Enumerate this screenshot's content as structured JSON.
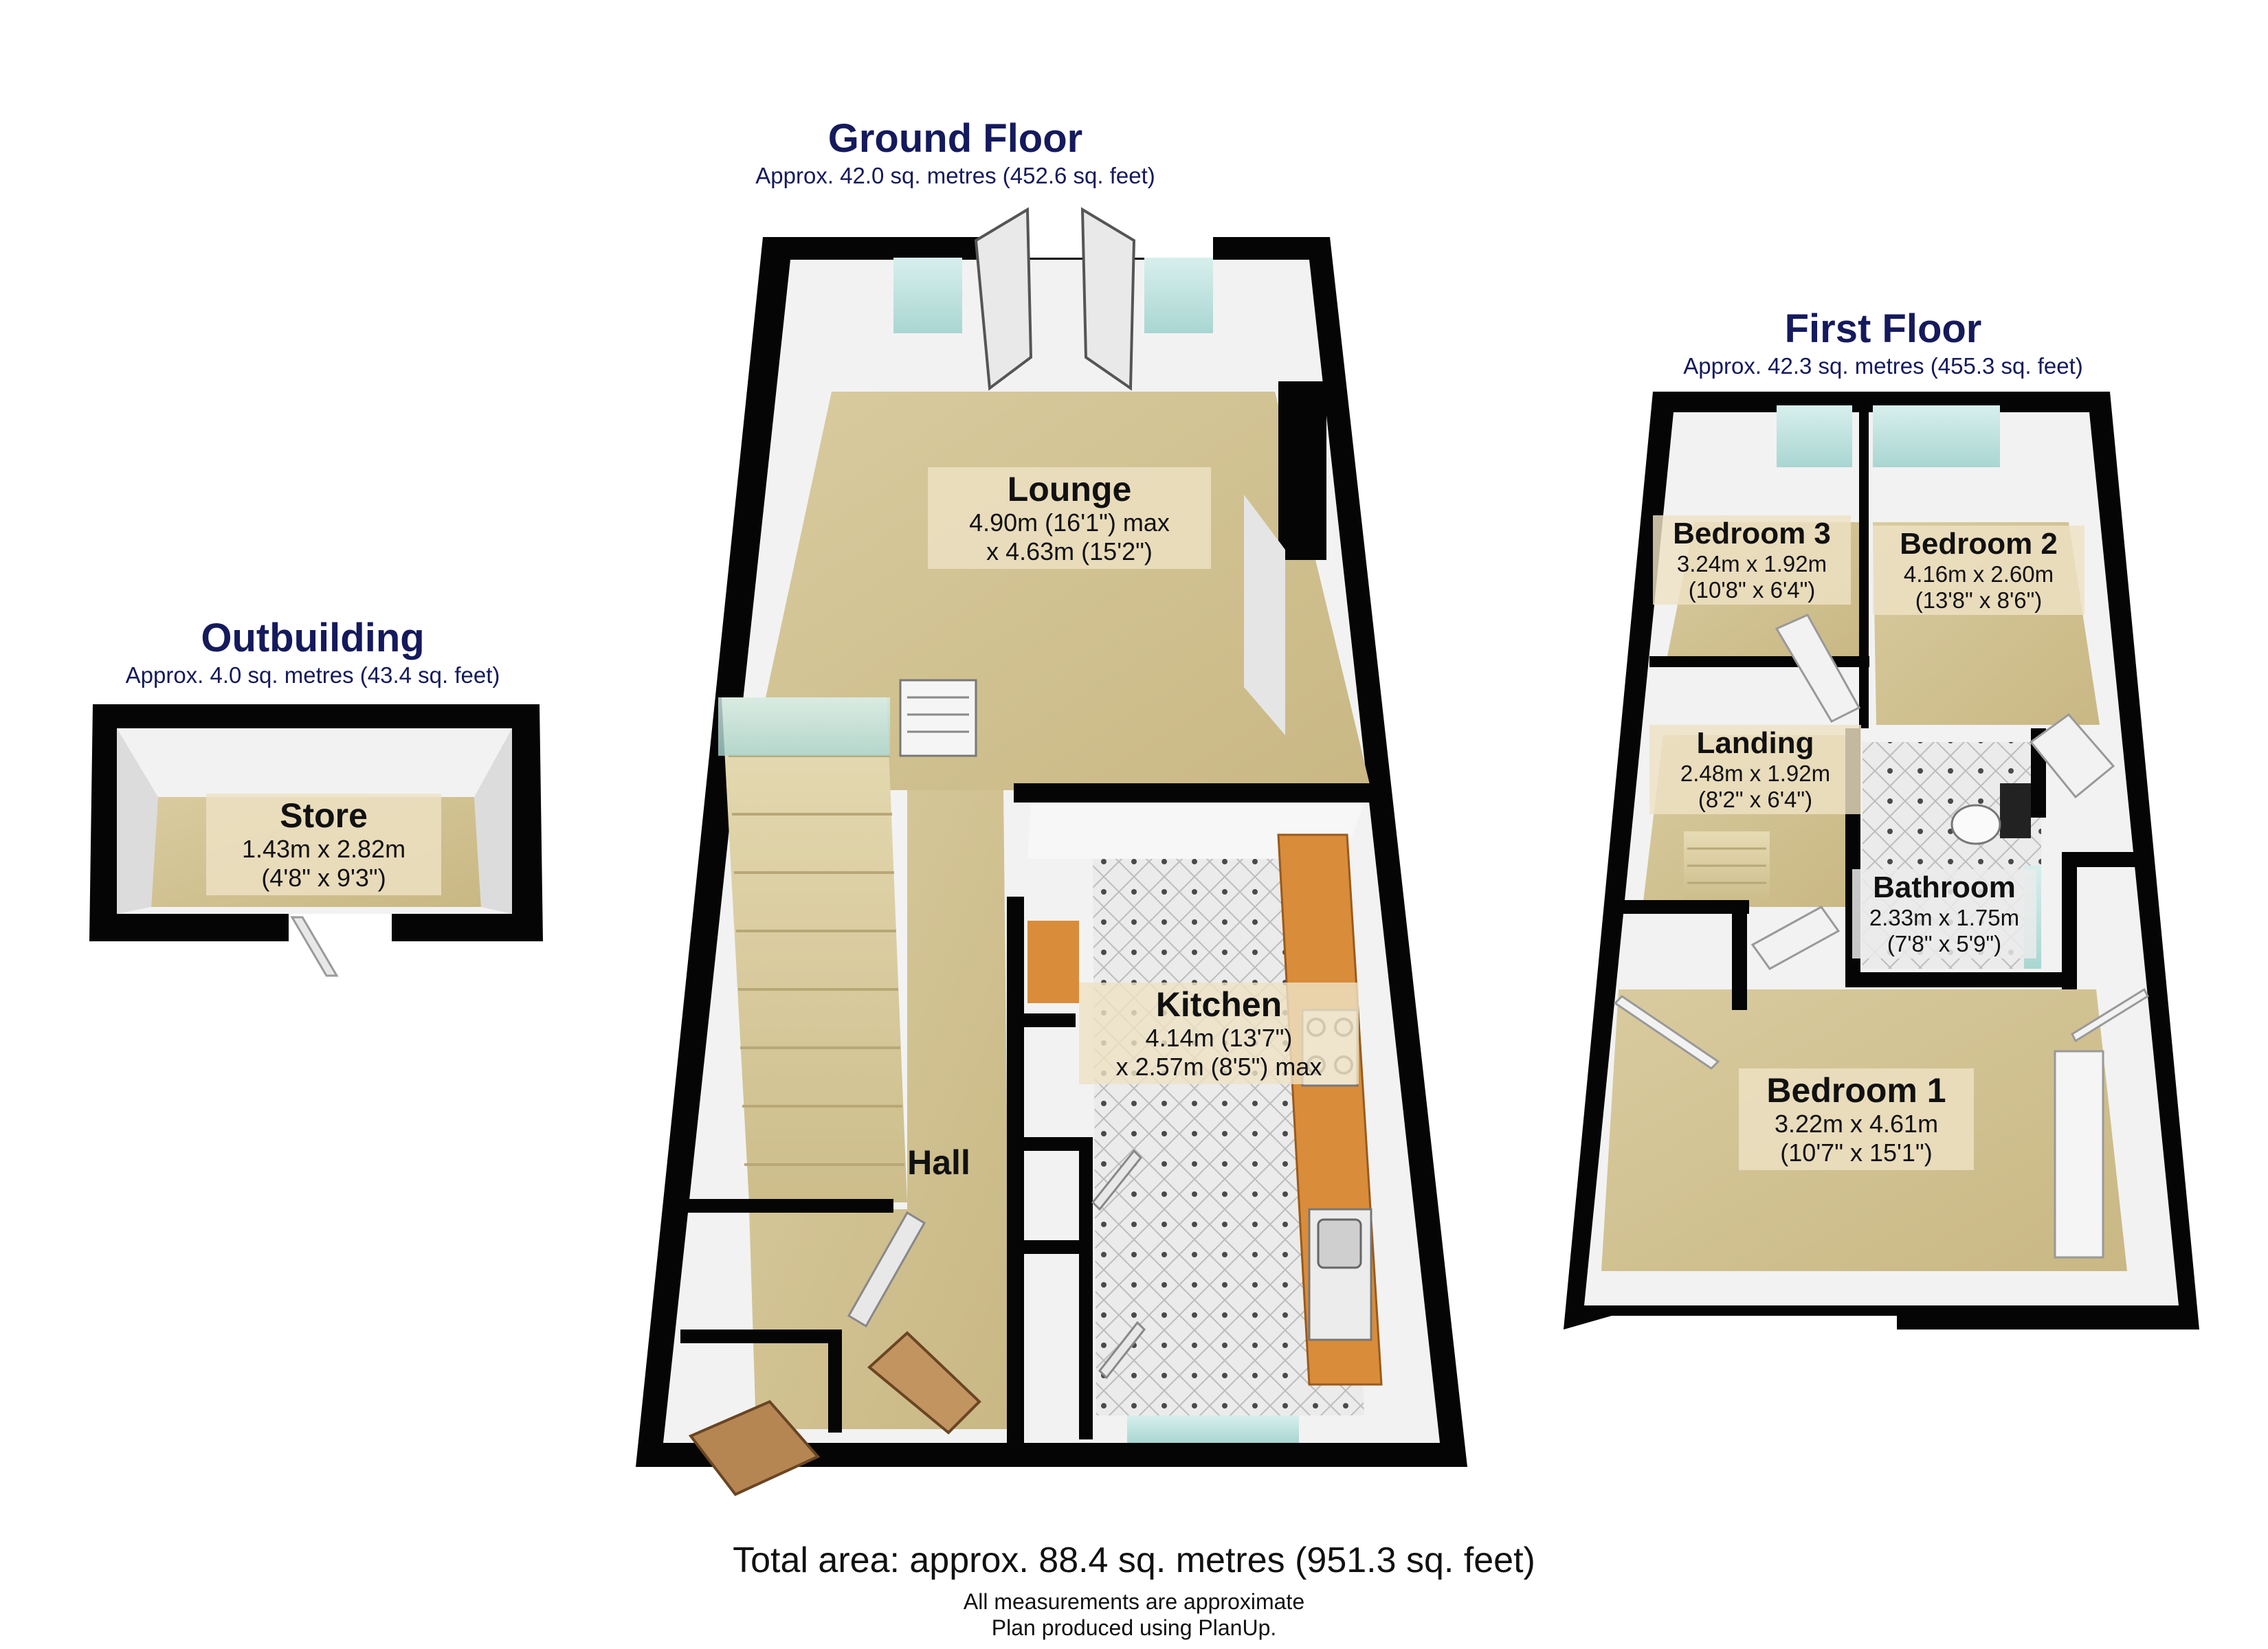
{
  "sections": {
    "ground_floor": {
      "title": "Ground Floor",
      "area": "Approx. 42.0 sq. metres (452.6 sq. feet)"
    },
    "first_floor": {
      "title": "First Floor",
      "area": "Approx. 42.3 sq. metres (455.3 sq. feet)"
    },
    "outbuilding": {
      "title": "Outbuilding",
      "area": "Approx. 4.0 sq. metres (43.4 sq. feet)"
    }
  },
  "rooms": {
    "lounge": {
      "name": "Lounge",
      "dim1": "4.90m (16'1\") max",
      "dim2": "x 4.63m (15'2\")"
    },
    "kitchen": {
      "name": "Kitchen",
      "dim1": "4.14m (13'7\")",
      "dim2": "x 2.57m (8'5\") max"
    },
    "hall": {
      "name": "Hall"
    },
    "store": {
      "name": "Store",
      "dim1": "1.43m x 2.82m",
      "dim2": "(4'8\" x 9'3\")"
    },
    "bedroom3": {
      "name": "Bedroom 3",
      "dim1": "3.24m x 1.92m",
      "dim2": "(10'8\" x 6'4\")"
    },
    "bedroom2": {
      "name": "Bedroom 2",
      "dim1": "4.16m x 2.60m",
      "dim2": "(13'8\" x 8'6\")"
    },
    "landing": {
      "name": "Landing",
      "dim1": "2.48m x 1.92m",
      "dim2": "(8'2\" x 6'4\")"
    },
    "bathroom": {
      "name": "Bathroom",
      "dim1": "2.33m x 1.75m",
      "dim2": "(7'8\" x 5'9\")"
    },
    "bedroom1": {
      "name": "Bedroom 1",
      "dim1": "3.22m x 4.61m",
      "dim2": "(10'7\" x 15'1\")"
    }
  },
  "footer": {
    "total": "Total area: approx. 88.4 sq. metres (951.3 sq. feet)",
    "note1": "All measurements are approximate",
    "note2": "Plan produced using PlanUp."
  },
  "colors": {
    "wall": "#050505",
    "floor_carpet": "#d6c79a",
    "floor_tile": "#e6e6e6",
    "worktop": "#d98c3a",
    "wall_face": "#f2f2f2",
    "heading": "#141a5c"
  }
}
